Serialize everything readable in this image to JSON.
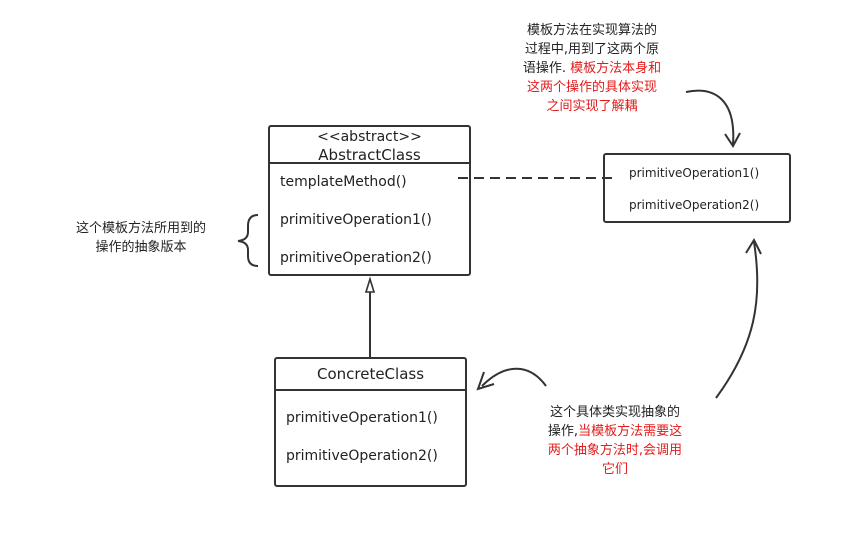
{
  "abstract_class": {
    "stereotype": "<<abstract>>",
    "name": "AbstractClass",
    "operations": [
      "templateMethod()",
      "primitiveOperation1()",
      "primitiveOperation2()"
    ]
  },
  "concrete_class": {
    "name": "ConcreteClass",
    "operations": [
      "primitiveOperation1()",
      "primitiveOperation2()"
    ]
  },
  "interface_box": {
    "operations": [
      "primitiveOperation1()",
      "primitiveOperation2()"
    ]
  },
  "notes": {
    "left_brace_note": [
      "这个模板方法所用到的",
      "操作的抽象版本"
    ],
    "top_right_note": {
      "black": [
        "模板方法在实现算法的",
        "过程中,用到了这两个原",
        "语操作. "
      ],
      "red": [
        "模板方法本身和",
        "这两个操作的具体实现",
        "之间实现了解耦"
      ]
    },
    "bottom_right_note": {
      "black": [
        "这个具体类实现抽象的",
        "操作,"
      ],
      "red": [
        "当模板方法需要这",
        "两个抽象方法时,会调用",
        "它们"
      ]
    }
  },
  "colors": {
    "line": "#333333",
    "highlight": "#e31b1b"
  }
}
